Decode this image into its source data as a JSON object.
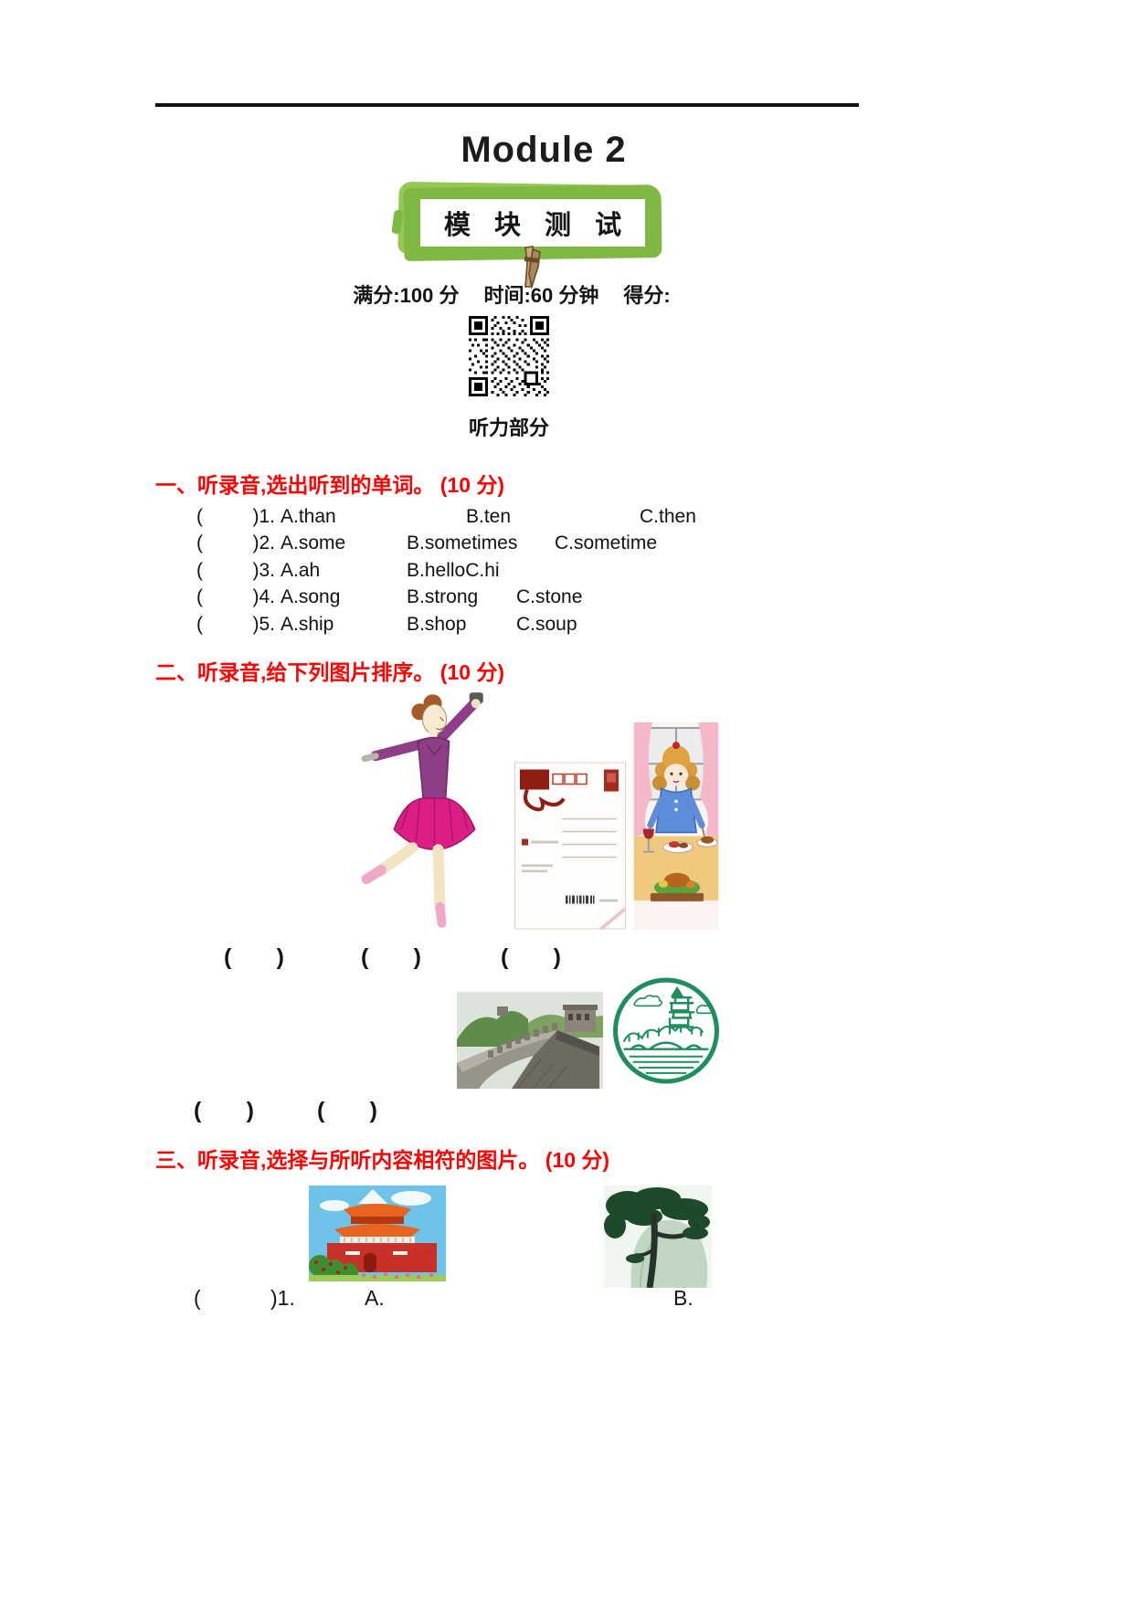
{
  "page": {
    "module_title": "Module 2",
    "banner_text": "模 块 测 试",
    "meta": {
      "full_score": "满分:100 分",
      "time": "时间:60 分钟",
      "score": "得分:"
    },
    "listening_part_title": "听力部分"
  },
  "answers": {
    "open": "(",
    "close": ")"
  },
  "section_one": {
    "heading": "一、听录音,选出听到的单词。 (10 分)",
    "items": [
      {
        "no": ")1.",
        "a": "A.than",
        "b": "B.ten",
        "c": "C.then"
      },
      {
        "no": ")2.",
        "a": "A.some",
        "b": "B.sometimes",
        "c": "C.sometime"
      },
      {
        "no": ")3.",
        "a": "A.ah",
        "b": "B.helloC.hi",
        "c": ""
      },
      {
        "no": ")4.",
        "a": "A.song",
        "b": "B.strong",
        "c": "C.stone"
      },
      {
        "no": ")5.",
        "a": "A.ship",
        "b": "B.shop",
        "c": "C.soup"
      }
    ]
  },
  "section_two": {
    "heading": "二、听录音,给下列图片排序。 (10 分)",
    "images_row1": [
      "ballet-dancer",
      "postcard",
      "girl-eating-dinner"
    ],
    "images_row2": [
      "great-wall",
      "green-city-emblem"
    ]
  },
  "section_three": {
    "heading": "三、听录音,选择与所听内容相符的图片。 (10 分)",
    "item_prefix": ")1.",
    "label_a": "A.",
    "label_b": "B.",
    "images": [
      "tiananmen-gate",
      "pine-tree"
    ]
  }
}
